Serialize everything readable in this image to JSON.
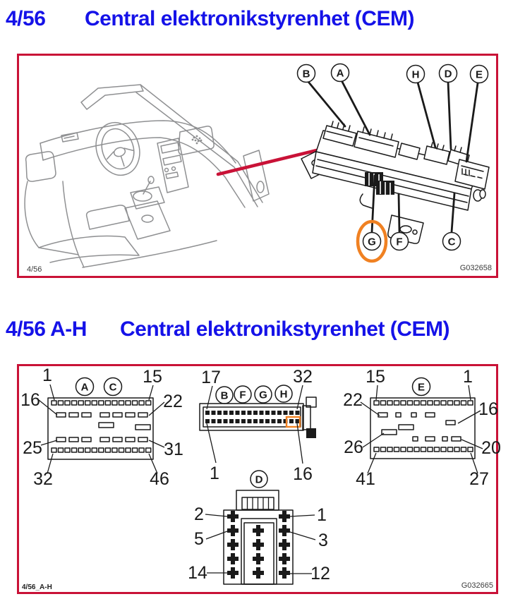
{
  "colors": {
    "title_blue": "#1512E8",
    "frame_red": "#C91237",
    "highlight_orange": "#F08122",
    "ink": "#1a1a1a",
    "sketch_gray": "#8f9092"
  },
  "header1": {
    "section": "4/56",
    "title": "Central elektronikstyrenhet (CEM)"
  },
  "header2": {
    "section": "4/56 A-H",
    "title": "Central elektronikstyrenhet (CEM)"
  },
  "figure1": {
    "caption_left": "4/56",
    "caption_right": "G032658",
    "callouts_top": [
      "B",
      "A",
      "H",
      "D",
      "E"
    ],
    "callouts_bottom": [
      "G",
      "F",
      "C"
    ],
    "highlighted_callout": "G"
  },
  "figure2": {
    "caption_left": "4/56_A-H",
    "caption_right": "G032665",
    "connector_ac": {
      "letters": [
        "A",
        "C"
      ],
      "top_row_pins": 15,
      "bottom_row_pins": 15,
      "pin_labels": {
        "top_left": "1",
        "top_right": "15",
        "upper_left": "16",
        "upper_right": "22",
        "lower_left": "25",
        "lower_right": "31",
        "bottom_left": "32",
        "bottom_right": "46"
      }
    },
    "connector_bfgh": {
      "letters": [
        "B",
        "F",
        "G",
        "H"
      ],
      "top_row_pins": 16,
      "bottom_row_pins": 16,
      "pin_labels": {
        "top_left": "17",
        "top_right": "32",
        "bottom_left": "1",
        "bottom_right": "16"
      },
      "highlighted_pin_area": "orange-box"
    },
    "connector_e": {
      "letters": [
        "E"
      ],
      "top_row_pins": 15,
      "bottom_row_pins": 15,
      "pin_labels": {
        "top_left": "15",
        "top_right": "1",
        "upper_left": "22",
        "upper_right": "16",
        "lower_left": "26",
        "lower_right": "20",
        "bottom_left": "41",
        "bottom_right": "27"
      }
    },
    "connector_d": {
      "letters": [
        "D"
      ],
      "left_column_pins": 5,
      "middle_column_pins": 4,
      "right_column_pins": 5,
      "pin_labels": {
        "top_left": "2",
        "top_right": "1",
        "mid_left": "5",
        "mid_right": "3",
        "bottom_left": "14",
        "bottom_right": "12"
      }
    }
  }
}
